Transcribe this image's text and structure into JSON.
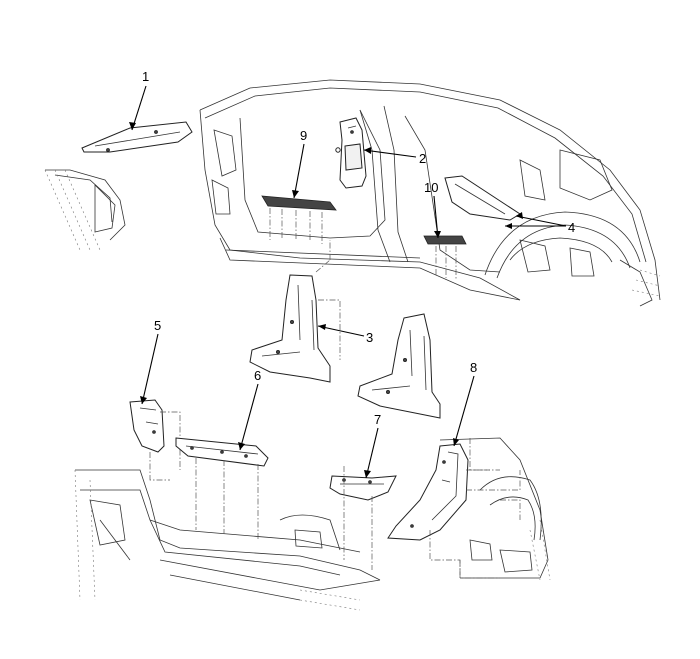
{
  "callouts": [
    {
      "id": "c1",
      "label": "1"
    },
    {
      "id": "c2",
      "label": "2"
    },
    {
      "id": "c3",
      "label": "3"
    },
    {
      "id": "c4",
      "label": "4"
    },
    {
      "id": "c5",
      "label": "5"
    },
    {
      "id": "c6",
      "label": "6"
    },
    {
      "id": "c7",
      "label": "7"
    },
    {
      "id": "c8",
      "label": "8"
    },
    {
      "id": "c9",
      "label": "9"
    },
    {
      "id": "c10",
      "label": "10"
    }
  ],
  "colors": {
    "line": "#222222",
    "background": "#ffffff",
    "panel_fill": "#f1f1f1"
  }
}
